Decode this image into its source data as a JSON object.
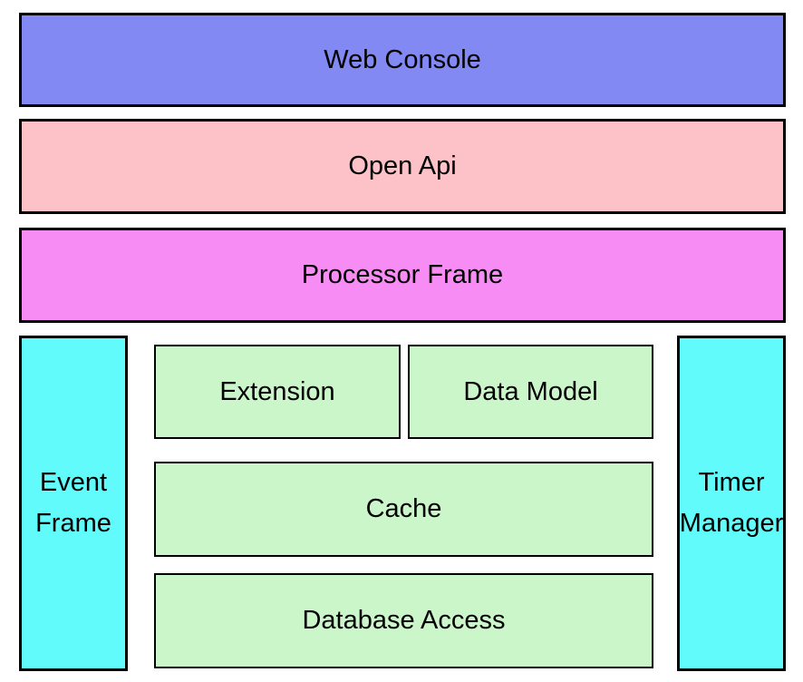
{
  "diagram": {
    "background_color": "#ffffff",
    "border_color": "#000000",
    "text_color": "#000000",
    "blocks": {
      "web_console": {
        "label": "Web Console",
        "color": "#8289f2"
      },
      "open_api": {
        "label": "Open Api",
        "color": "#fcc2c7"
      },
      "processor_frame": {
        "label": "Processor Frame",
        "color": "#f78df4"
      },
      "event_frame": {
        "label": "Event Frame",
        "color": "#61fbfb"
      },
      "timer_manager": {
        "label": "Timer Manager",
        "color": "#61fbfb"
      },
      "extension": {
        "label": "Extension",
        "color": "#caf6ca"
      },
      "data_model": {
        "label": "Data Model",
        "color": "#caf6ca"
      },
      "cache": {
        "label": "Cache",
        "color": "#caf6ca"
      },
      "database_access": {
        "label": "Database Access",
        "color": "#caf6ca"
      }
    }
  }
}
